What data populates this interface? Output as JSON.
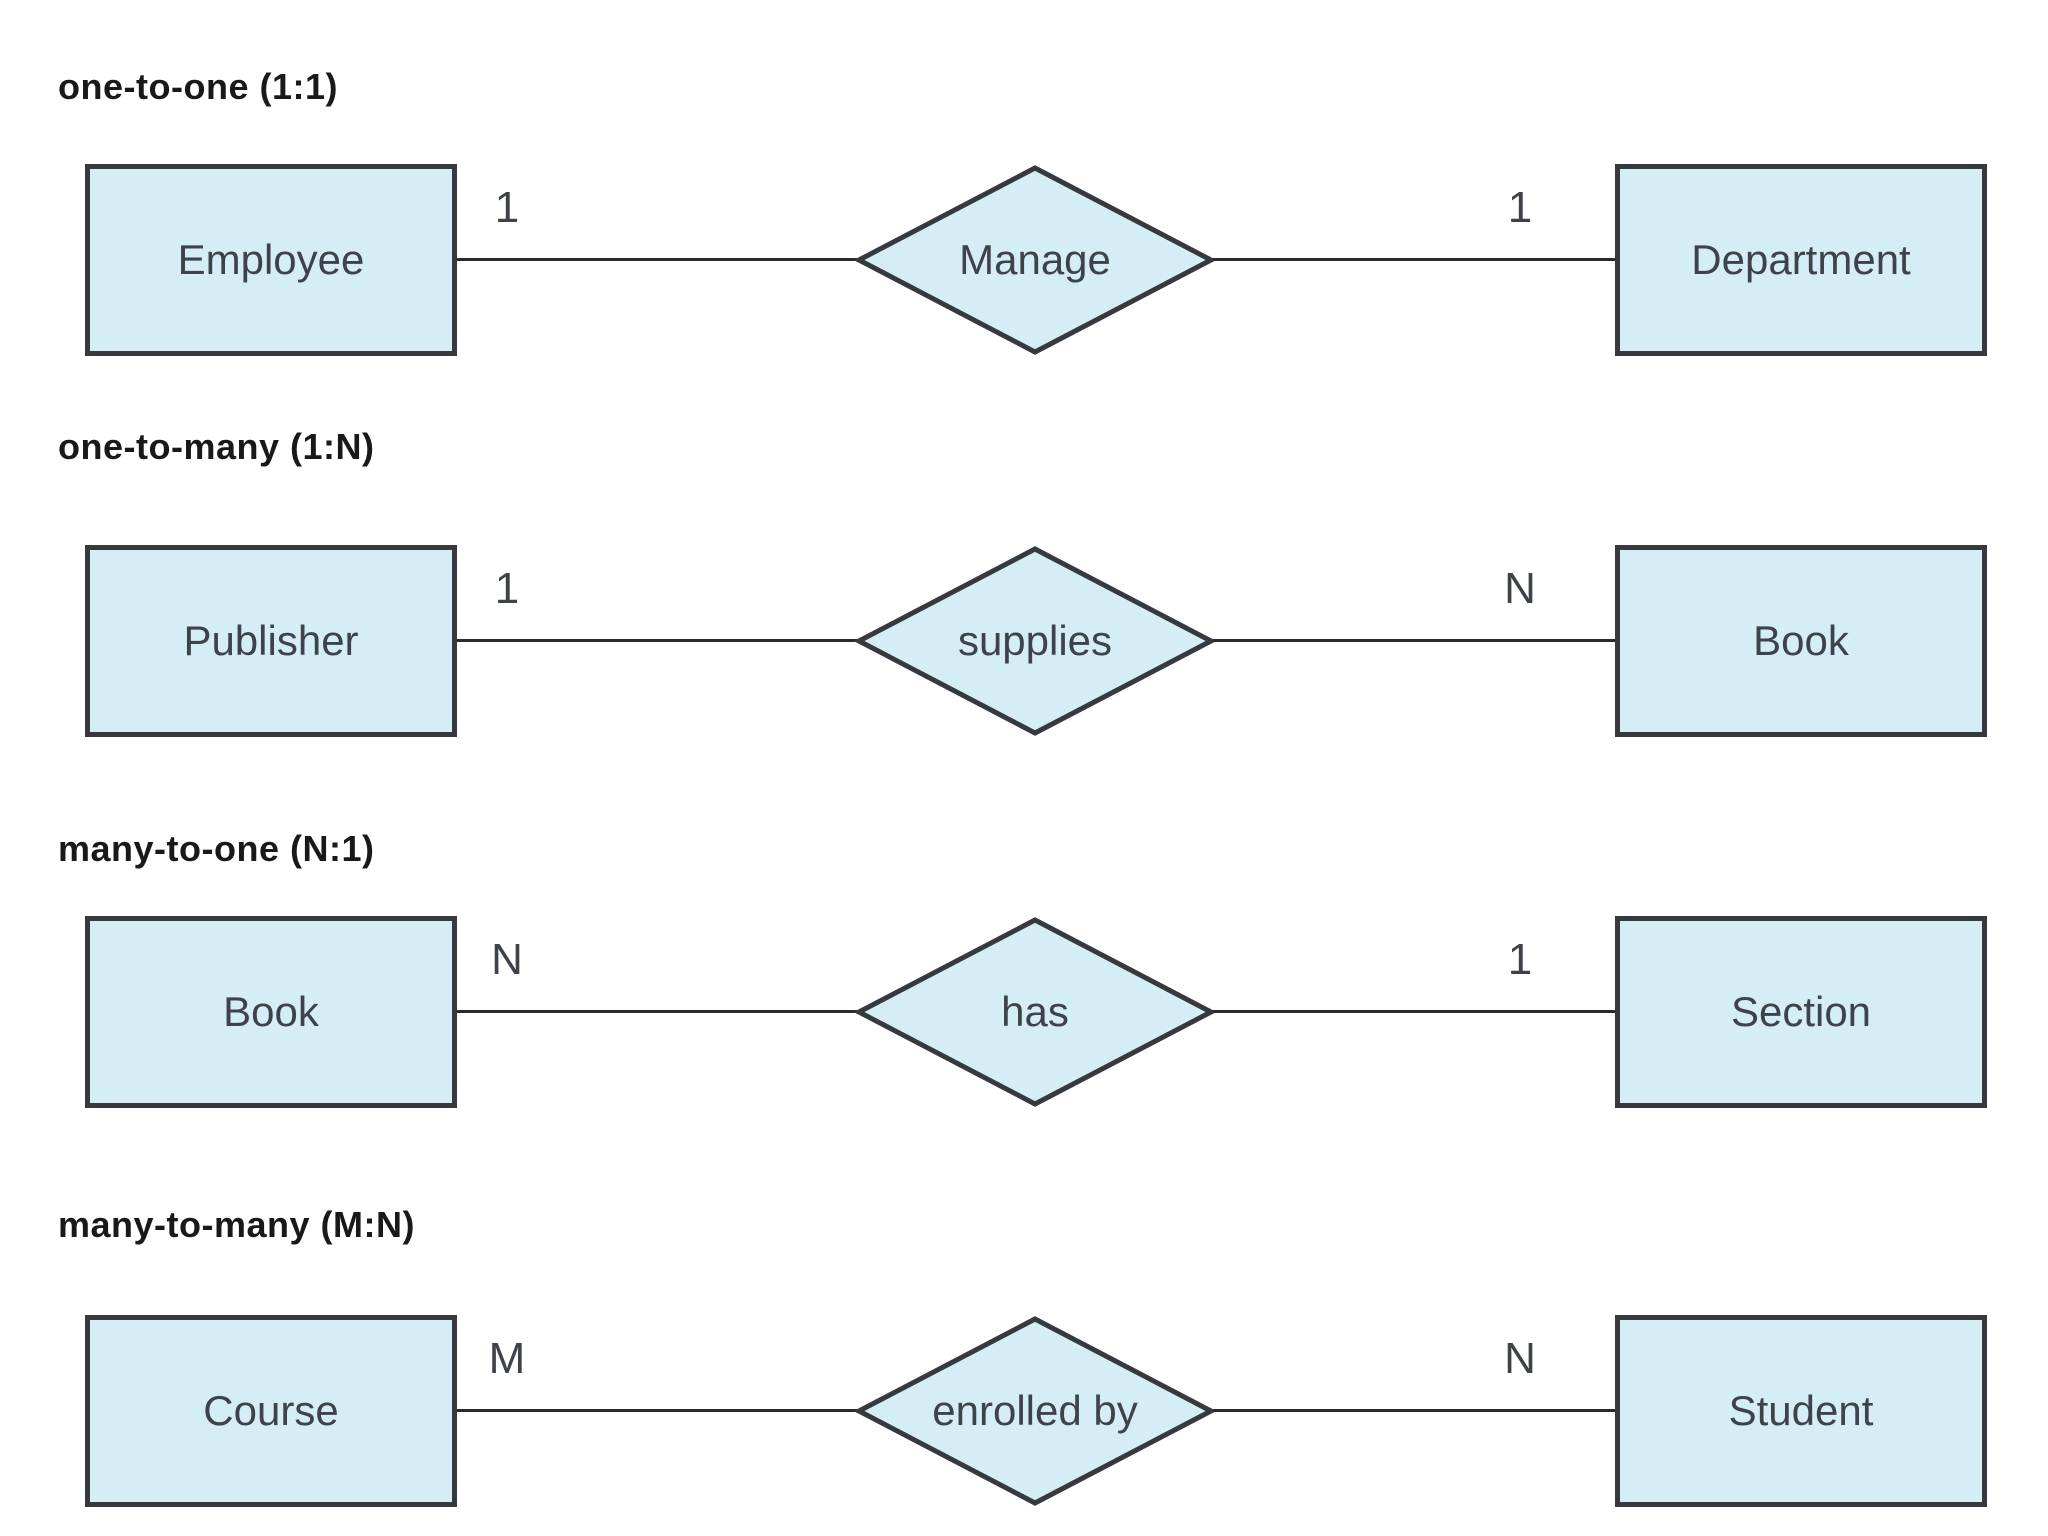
{
  "colors": {
    "entity_fill": "#d5eef6",
    "entity_border": "#36393d",
    "connector": "#2b2b2b",
    "label_text": "#3e4249",
    "heading_text": "#191919"
  },
  "sections": [
    {
      "heading": "one-to-one (1:1)",
      "left_entity": "Employee",
      "left_cardinality": "1",
      "relationship": "Manage",
      "right_cardinality": "1",
      "right_entity": "Department"
    },
    {
      "heading": "one-to-many (1:N)",
      "left_entity": "Publisher",
      "left_cardinality": "1",
      "relationship": "supplies",
      "right_cardinality": "N",
      "right_entity": "Book"
    },
    {
      "heading": "many-to-one (N:1)",
      "left_entity": "Book",
      "left_cardinality": "N",
      "relationship": "has",
      "right_cardinality": "1",
      "right_entity": "Section"
    },
    {
      "heading": "many-to-many (M:N)",
      "left_entity": "Course",
      "left_cardinality": "M",
      "relationship": "enrolled by",
      "right_cardinality": "N",
      "right_entity": "Student"
    }
  ]
}
